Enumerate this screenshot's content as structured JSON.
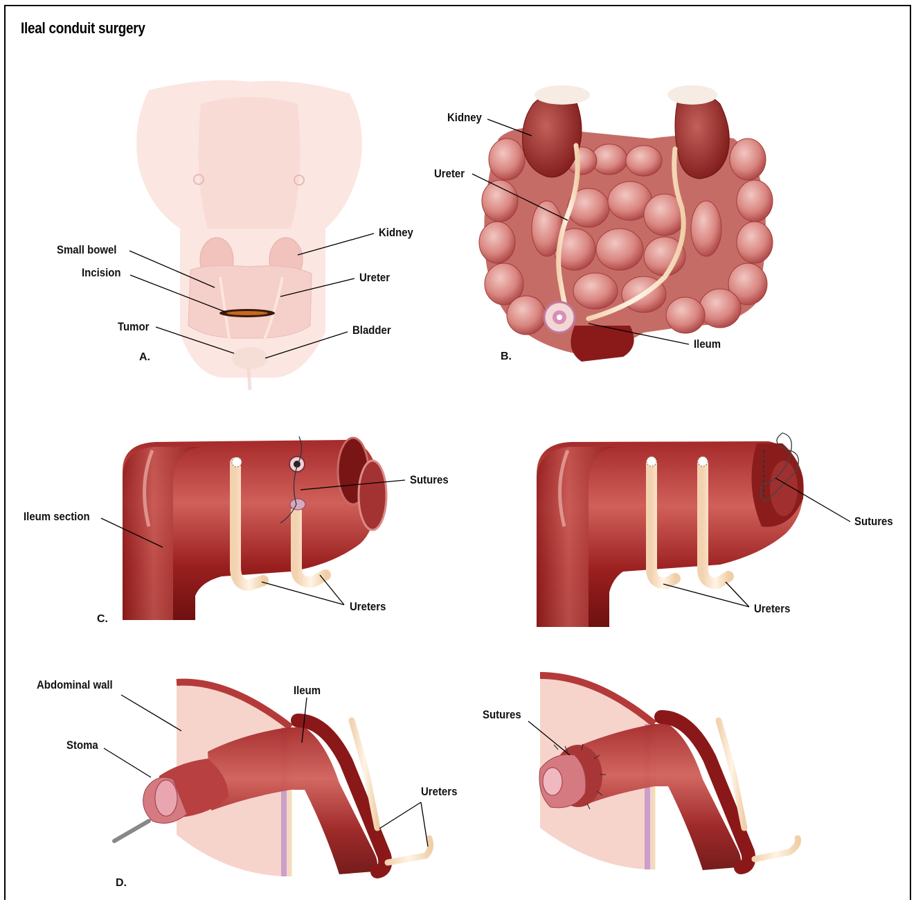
{
  "title": "Ileal conduit surgery",
  "panels": {
    "a": "A.",
    "b": "B.",
    "c": "C.",
    "d": "D."
  },
  "labels": {
    "a_small_bowel": "Small bowel",
    "a_incision": "Incision",
    "a_tumor": "Tumor",
    "a_kidney": "Kidney",
    "a_ureter": "Ureter",
    "a_bladder": "Bladder",
    "b_kidney": "Kidney",
    "b_ureter": "Ureter",
    "b_ileum": "Ileum",
    "c_ileum_section": "Ileum section",
    "c_sutures": "Sutures",
    "c_ureters": "Ureters",
    "c2_sutures": "Sutures",
    "c2_ureters": "Ureters",
    "d_abdominal_wall": "Abdominal wall",
    "d_stoma": "Stoma",
    "d_ileum": "Ileum",
    "d_ureters": "Ureters",
    "d2_sutures": "Sutures"
  },
  "colors": {
    "tissue_dark": "#8e1b1b",
    "tissue_mid": "#b8403c",
    "tissue_light": "#d98a86",
    "skin": "#f8d9d4",
    "ureter": "#fbe6c8",
    "leader": "#000000"
  }
}
